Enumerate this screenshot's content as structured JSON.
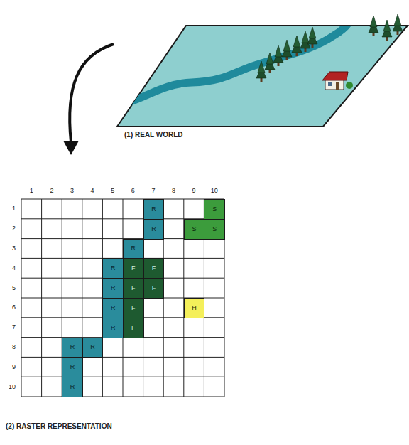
{
  "diagram": {
    "nodes": [
      {
        "text": [
          "R"
        ]
      },
      {
        "text": [
          "S"
        ]
      },
      {
        "text": [
          "R"
        ]
      },
      {
        "text": [
          "S"
        ]
      },
      {
        "text": [
          "S"
        ]
      },
      {
        "text": [
          "R"
        ]
      },
      {
        "text": [
          "R"
        ]
      },
      {
        "text": [
          "F"
        ]
      },
      {
        "text": [
          "F"
        ]
      },
      {
        "text": [
          "R"
        ]
      },
      {
        "text": [
          "F"
        ]
      },
      {
        "text": [
          "F"
        ]
      },
      {
        "text": [
          "R"
        ]
      },
      {
        "text": [
          "F"
        ]
      },
      {
        "text": [
          "H"
        ]
      },
      {
        "text": [
          "R"
        ]
      },
      {
        "text": [
          "F"
        ]
      },
      {
        "text": [
          "R"
        ]
      },
      {
        "text": [
          "R"
        ]
      },
      {
        "text": [
          "R"
        ]
      },
      {
        "text": [
          "R"
        ]
      }
    ],
    "labels": [
      "1",
      "2",
      "3",
      "4",
      "5",
      "6",
      "7",
      "8",
      "9",
      "10",
      "1",
      "2",
      "3",
      "4",
      "5",
      "6",
      "7",
      "8",
      "9",
      "10",
      "(1) REAL WORLD",
      "(2) RASTER REPRESENTATION"
    ]
  }
}
